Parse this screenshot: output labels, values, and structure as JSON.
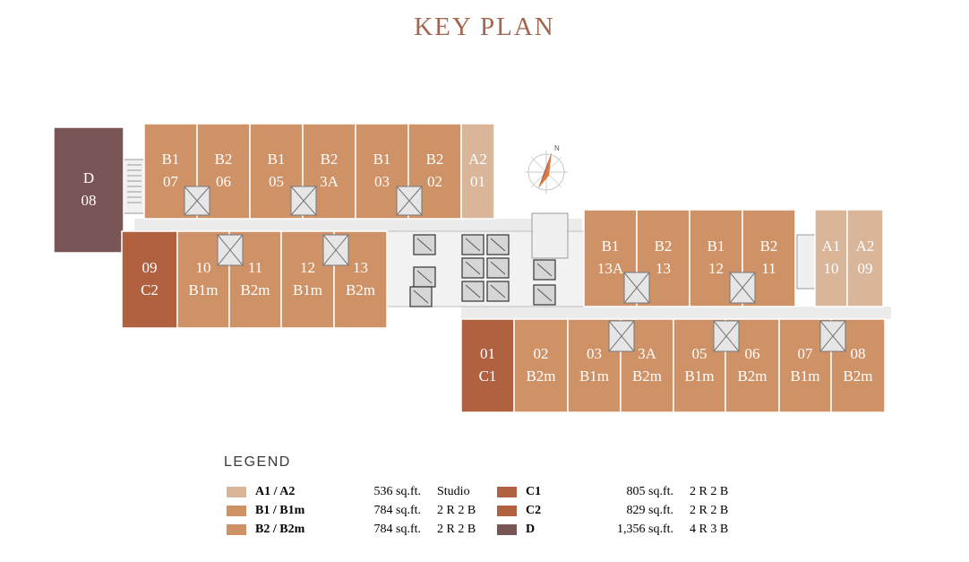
{
  "title": "KEY PLAN",
  "colors": {
    "A": "#d9b59a",
    "B": "#cf9266",
    "C": "#b0613f",
    "D": "#7a5555",
    "core": "#e2e2e2",
    "corridor": "#ececec",
    "title": "#a4664f"
  },
  "units": [
    {
      "id": "b1-07",
      "line1": "B1",
      "line2": "07",
      "type": "B"
    },
    {
      "id": "b2-06",
      "line1": "B2",
      "line2": "06",
      "type": "B"
    },
    {
      "id": "b1-05",
      "line1": "B1",
      "line2": "05",
      "type": "B"
    },
    {
      "id": "b2-3a",
      "line1": "B2",
      "line2": "3A",
      "type": "B"
    },
    {
      "id": "b1-03",
      "line1": "B1",
      "line2": "03",
      "type": "B"
    },
    {
      "id": "b2-02",
      "line1": "B2",
      "line2": "02",
      "type": "B"
    },
    {
      "id": "a2-01",
      "line1": "A2",
      "line2": "01",
      "type": "A"
    },
    {
      "id": "d-08",
      "line1": "D",
      "line2": "08",
      "type": "D"
    },
    {
      "id": "c2-09",
      "line1": "09",
      "line2": "C2",
      "type": "C"
    },
    {
      "id": "b1m-10",
      "line1": "10",
      "line2": "B1m",
      "type": "B"
    },
    {
      "id": "b2m-11",
      "line1": "11",
      "line2": "B2m",
      "type": "B"
    },
    {
      "id": "b1m-12",
      "line1": "12",
      "line2": "B1m",
      "type": "B"
    },
    {
      "id": "b2m-13",
      "line1": "13",
      "line2": "B2m",
      "type": "B"
    },
    {
      "id": "b1-13a",
      "line1": "B1",
      "line2": "13A",
      "type": "B"
    },
    {
      "id": "b2-13",
      "line1": "B2",
      "line2": "13",
      "type": "B"
    },
    {
      "id": "b1-12",
      "line1": "B1",
      "line2": "12",
      "type": "B"
    },
    {
      "id": "b2-11",
      "line1": "B2",
      "line2": "11",
      "type": "B"
    },
    {
      "id": "a1-10",
      "line1": "A1",
      "line2": "10",
      "type": "A"
    },
    {
      "id": "a2-09",
      "line1": "A2",
      "line2": "09",
      "type": "A"
    },
    {
      "id": "c1-01",
      "line1": "01",
      "line2": "C1",
      "type": "C"
    },
    {
      "id": "b2m-02",
      "line1": "02",
      "line2": "B2m",
      "type": "B"
    },
    {
      "id": "b1m-03",
      "line1": "03",
      "line2": "B1m",
      "type": "B"
    },
    {
      "id": "b2m-3a",
      "line1": "3A",
      "line2": "B2m",
      "type": "B"
    },
    {
      "id": "b1m-05",
      "line1": "05",
      "line2": "B1m",
      "type": "B"
    },
    {
      "id": "b2m-06",
      "line1": "06",
      "line2": "B2m",
      "type": "B"
    },
    {
      "id": "b1m-07",
      "line1": "07",
      "line2": "B1m",
      "type": "B"
    },
    {
      "id": "b2m-08",
      "line1": "08",
      "line2": "B2m",
      "type": "B"
    }
  ],
  "compass": {
    "label": "N",
    "icon": "compass-icon"
  },
  "legend": {
    "heading": "LEGEND",
    "rows": [
      {
        "type": "A1 / A2",
        "area": "536 sq.ft.",
        "config": "Studio",
        "color": "#d9b59a"
      },
      {
        "type": "B1 / B1m",
        "area": "784 sq.ft.",
        "config": "2 R 2 B",
        "color": "#cf9266"
      },
      {
        "type": "B2 / B2m",
        "area": "784 sq.ft.",
        "config": "2 R 2 B",
        "color": "#cf9266"
      },
      {
        "type": "C1",
        "area": "805 sq.ft.",
        "config": "2 R 2 B",
        "color": "#b0613f"
      },
      {
        "type": "C2",
        "area": "829 sq.ft.",
        "config": "2 R 2 B",
        "color": "#b0613f"
      },
      {
        "type": "D",
        "area": "1,356 sq.ft.",
        "config": "4 R 3 B",
        "color": "#7a5555"
      }
    ]
  }
}
